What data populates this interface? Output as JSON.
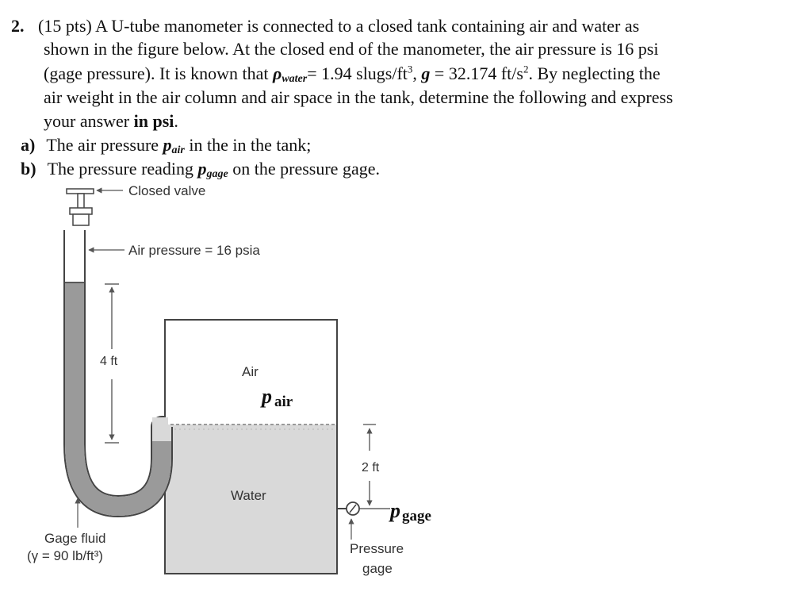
{
  "problem": {
    "number": "2.",
    "line1": "(15 pts) A U-tube manometer is connected to a closed tank containing air and water as",
    "line2": "shown in the figure below.  At the closed end of the manometer, the air pressure is 16 psi",
    "line3_a": "(gage pressure). It is known that ",
    "line3_rho": "ρ",
    "line3_rho_sub": "water",
    "line3_b": "= 1.94 slugs/ft",
    "line3_sup1": "3",
    "line3_c": ", ",
    "line3_g": "g",
    "line3_d": " = 32.174 ft/s",
    "line3_sup2": "2",
    "line3_e": ". By neglecting the",
    "line4": "air weight in the air column and air space in the tank, determine the following and express",
    "line5_a": "your answer ",
    "line5_bold": "in psi",
    "line5_b": ".",
    "part_a_label": "a)",
    "part_a_text_1": "The air pressure ",
    "part_a_sym": "p",
    "part_a_sub": "air",
    "part_a_text_2": " in the in the tank;",
    "part_b_label": "b)",
    "part_b_text_1": "The pressure reading ",
    "part_b_sym": "p",
    "part_b_sub": "gage",
    "part_b_text_2": " on the pressure gage."
  },
  "figure": {
    "closed_valve": "Closed valve",
    "air_pressure": "Air pressure = 16 psia",
    "height_4ft": "4 ft",
    "air": "Air",
    "p_air_sym": "p",
    "p_air_sub": "air",
    "height_2ft": "2 ft",
    "water": "Water",
    "p_gage_sym": "p",
    "p_gage_sub": "gage",
    "gage_fluid_1": "Gage fluid",
    "gage_fluid_2": "(γ = 90 lb/ft³)",
    "pressure_1": "Pressure",
    "pressure_2": "gage"
  }
}
